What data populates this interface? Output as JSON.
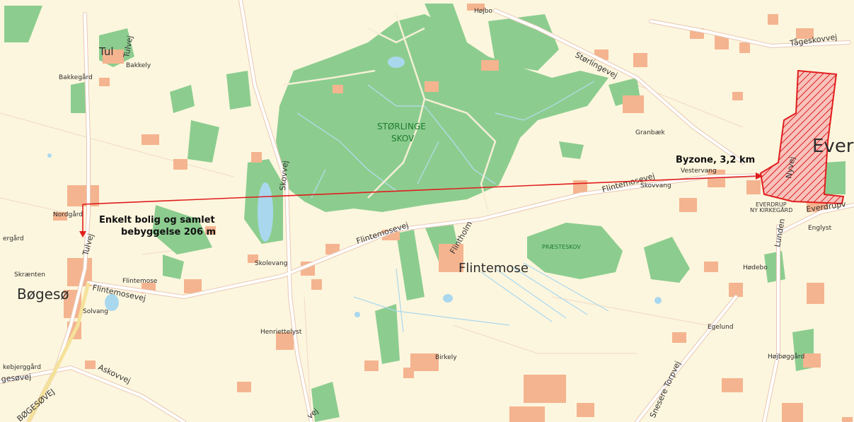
{
  "map": {
    "colors": {
      "background": "#fdf6de",
      "forest": "#8ccd8f",
      "water": "#a9d8ee",
      "settlement": "#f4b48f",
      "road": "#ffffff",
      "road_outline": "#e8c7b4",
      "main_road": "#f5e29a",
      "byzone_outline": "#e01e1e",
      "annotation_line": "#e01e1e"
    },
    "places": {
      "tul": "Tul",
      "bakkegard": "Bakkegård",
      "bakkely": "Bakkely",
      "nordgard": "Nordgård",
      "bergard": "ergård",
      "skraenten": "Skrænten",
      "bogeso": "Bøgesø",
      "flintemose_small": "Flintemose",
      "solvang": "Solvang",
      "kebjerggard": "kebjerggård",
      "henriettelyst": "Henriettelyst",
      "skolevang": "Skolevang",
      "birkely": "Birkely",
      "flintemose": "Flintemose",
      "granbaek": "Granbæk",
      "vestervang": "Vestervang",
      "skovvang": "Skovvang",
      "hadebo": "Hødebo",
      "egelund": "Egelund",
      "hojboggard": "Højbøggård",
      "englyst": "Englyst",
      "hojbo": "Højbo",
      "everd": "Everd",
      "everdrup_ny_kirkegard_1": "EVERDRUP",
      "everdrup_ny_kirkegard_2": "NY KIRKEGÅRD"
    },
    "forests": {
      "storlinge_1": "STØRLINGE",
      "storlinge_2": "SKOV",
      "praesteskov": "PRÆSTESKOV"
    },
    "roads": {
      "tulvej_north": "Tulvej",
      "tulvej_south": "Tulvej",
      "skovvej": "Skovvej",
      "flintemosevej_west": "Flintemosevej",
      "flintemosevej_mid": "Flintemosevej",
      "flintemosevej_east": "Flintemosevej",
      "flintholm": "Flintholm",
      "storlingevej": "Størlingevej",
      "tageskovvej": "Tågeskovvej",
      "askovvej": "Askovvej",
      "bogesovej": "BØGESØVEJ",
      "gesovej": "gesøvej",
      "snesere_torpvej": "Snesere Torpvej",
      "lunden": "Lunden",
      "everdrupvej": "Everdrupv",
      "nyvej": "Nyvej",
      "vej_bottom": "vej"
    },
    "annotations": {
      "byzone": "Byzone, 3,2 km",
      "enkelt_line1": "Enkelt bolig og samlet",
      "enkelt_line2": "bebyggelse 206 m"
    }
  }
}
